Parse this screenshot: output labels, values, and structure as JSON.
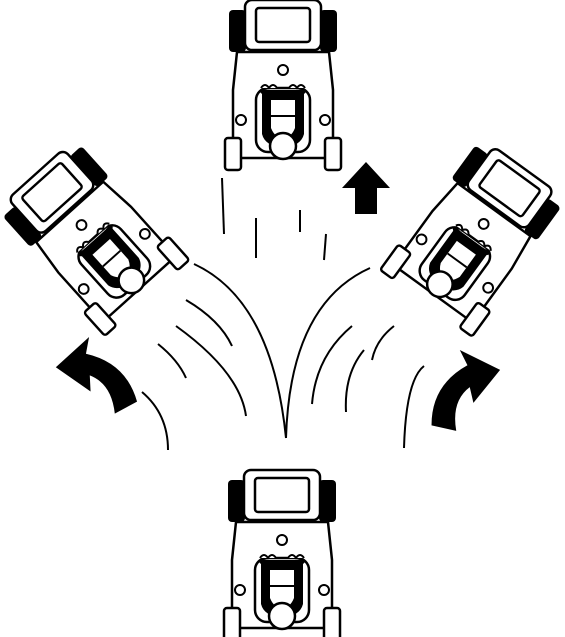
{
  "colors": {
    "background": "#ffffff",
    "ink": "#000000"
  },
  "mowers": [
    {
      "id": "mower-forward",
      "direction": "forward"
    },
    {
      "id": "mower-left",
      "direction": "turning-left"
    },
    {
      "id": "mower-right",
      "direction": "turning-right"
    },
    {
      "id": "mower-start",
      "direction": "start"
    }
  ],
  "arrows": [
    {
      "id": "arrow-forward",
      "direction": "forward",
      "icon": "arrow-up-icon"
    },
    {
      "id": "arrow-left-turn",
      "direction": "left-turn",
      "icon": "curved-arrow-left-icon"
    },
    {
      "id": "arrow-right-turn",
      "direction": "right-turn",
      "icon": "curved-arrow-right-icon"
    }
  ]
}
